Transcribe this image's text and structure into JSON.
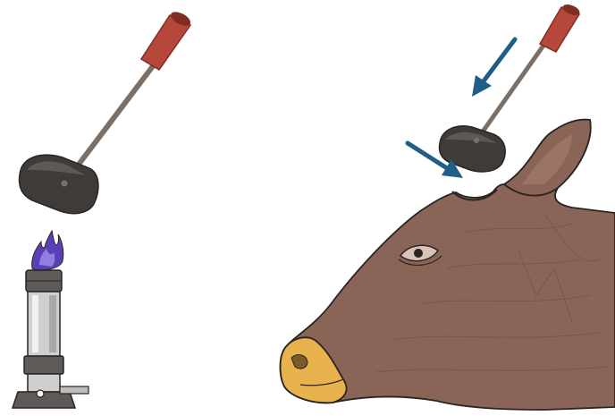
{
  "scene": {
    "panels": [
      {
        "id": "heating",
        "items": [
          "dehorning-iron",
          "flame",
          "bunsen-burner"
        ]
      },
      {
        "id": "application",
        "items": [
          "dehorning-iron",
          "arrow",
          "arrow",
          "calf-head"
        ]
      }
    ]
  },
  "colors": {
    "background": "#ffffff",
    "handle_grip": "#b5483a",
    "handle_grip_dark": "#7f2d22",
    "rod": "#7a7068",
    "iron_head": "#3f3b38",
    "iron_head_light": "#5e5955",
    "flame": "#5a3fb5",
    "flame_light": "#8f7fe0",
    "burner_body": "#cfcfcf",
    "burner_dark": "#5e5a57",
    "arrow": "#1f5e86",
    "calf_fur": "#8a6457",
    "calf_fur_dark": "#6e4a40",
    "calf_muzzle": "#e8b24c",
    "outline": "#2a2522"
  },
  "icons": {
    "arrow_1": "arrow-down-left-icon",
    "arrow_2": "arrow-down-right-icon"
  }
}
